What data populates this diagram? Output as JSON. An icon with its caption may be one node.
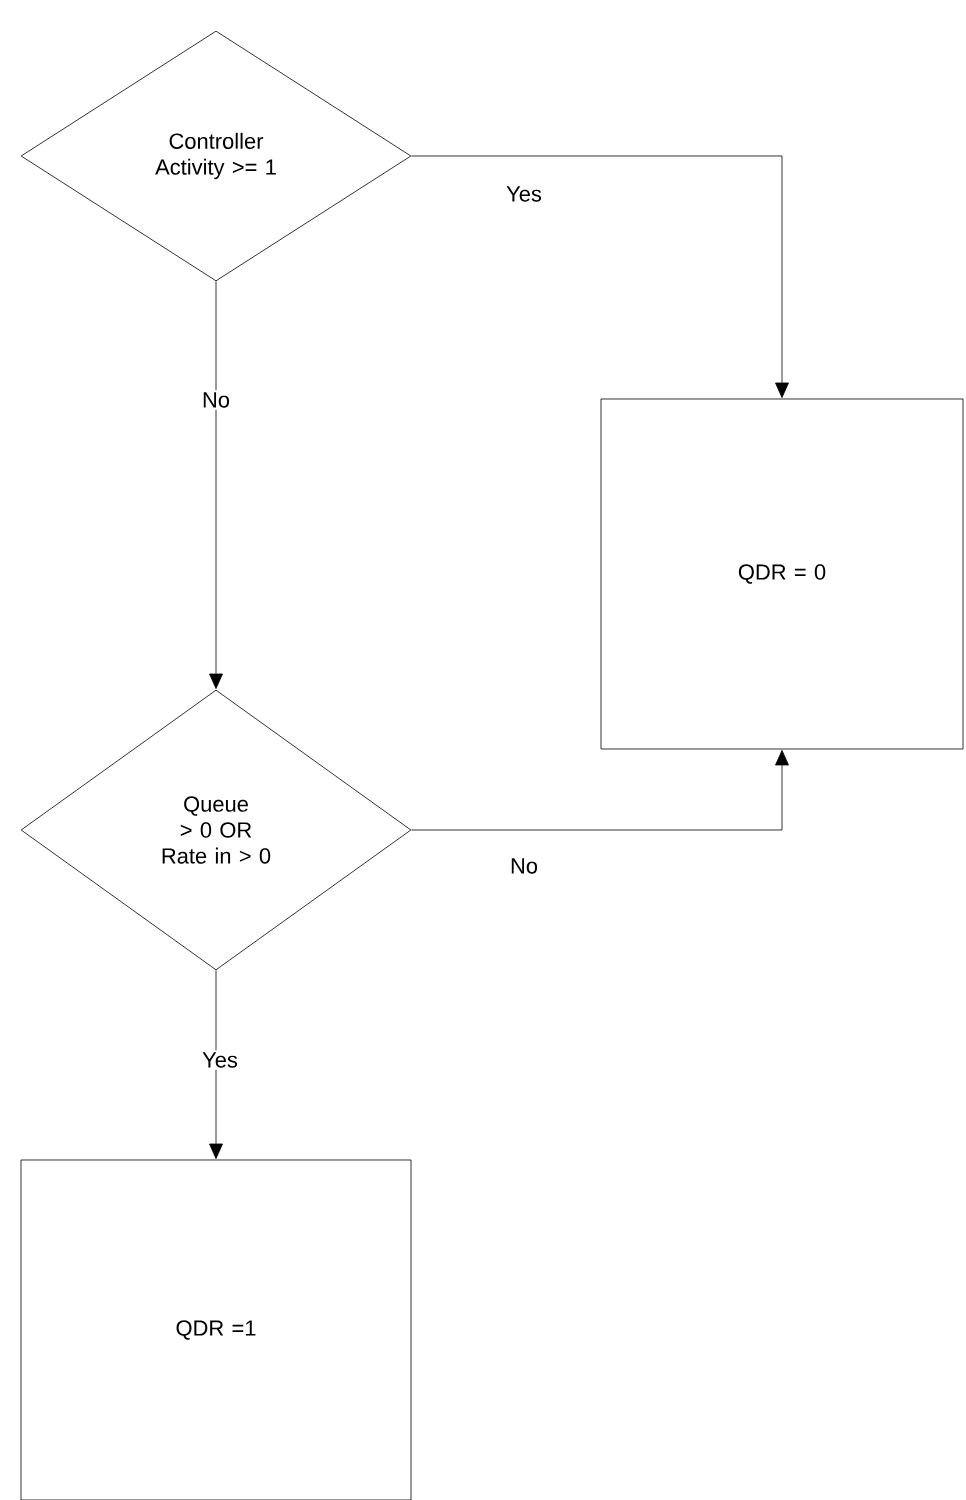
{
  "diagram": {
    "nodes": [
      {
        "text": [
          "Controller Activity >= 1"
        ]
      },
      {
        "text": [
          "QDR = 0"
        ]
      },
      {
        "text": [
          "Queue > 0 OR Rate in > 0"
        ]
      },
      {
        "text": [
          "QDR =1"
        ]
      }
    ],
    "edges": [
      {
        "from": 0,
        "to": 1,
        "arrow": "to",
        "label": "Yes"
      },
      {
        "from": 0,
        "to": 2,
        "arrow": "to",
        "label": "No"
      },
      {
        "from": 2,
        "to": 1,
        "arrow": "to",
        "label": "No"
      },
      {
        "from": 2,
        "to": 3,
        "arrow": "to",
        "label": "Yes"
      }
    ]
  }
}
